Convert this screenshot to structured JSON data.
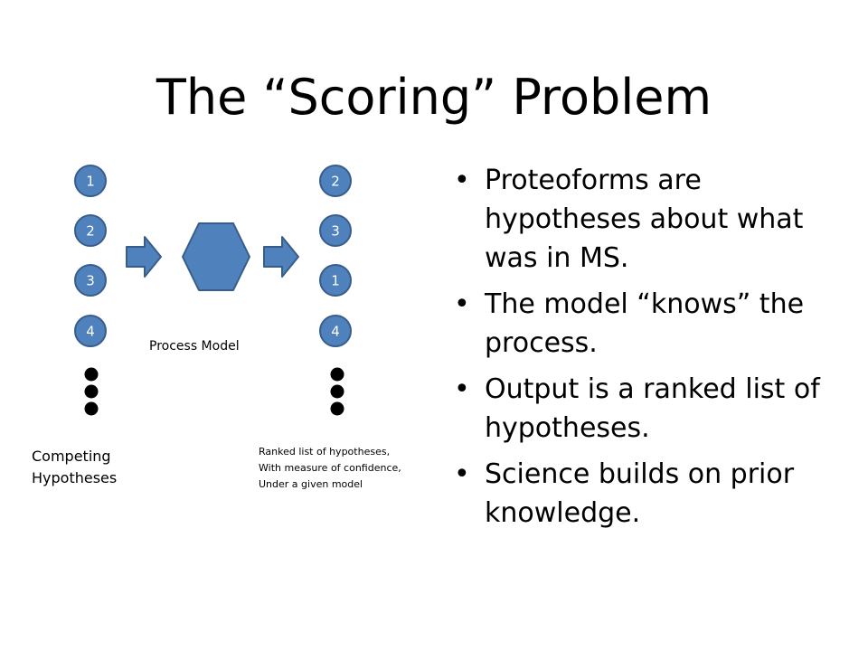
{
  "title": "The “Scoring” Problem",
  "diagram": {
    "competing_hypotheses": [
      "1",
      "2",
      "3",
      "4"
    ],
    "ranked_hypotheses": [
      "2",
      "3",
      "1",
      "4"
    ],
    "process_caption": "Process Model",
    "competing_caption": [
      "Competing",
      "Hypotheses"
    ],
    "ranked_caption": [
      "Ranked list of hypotheses,",
      "With measure of confidence,",
      "Under a given model"
    ],
    "colors": {
      "node_fill": "#4f81bd",
      "node_stroke": "#385d8a"
    }
  },
  "bullets": [
    "Proteoforms are hypotheses about what was in MS.",
    "The model “knows” the process.",
    "Output is a ranked list of hypotheses.",
    "Science builds on prior knowledge."
  ]
}
